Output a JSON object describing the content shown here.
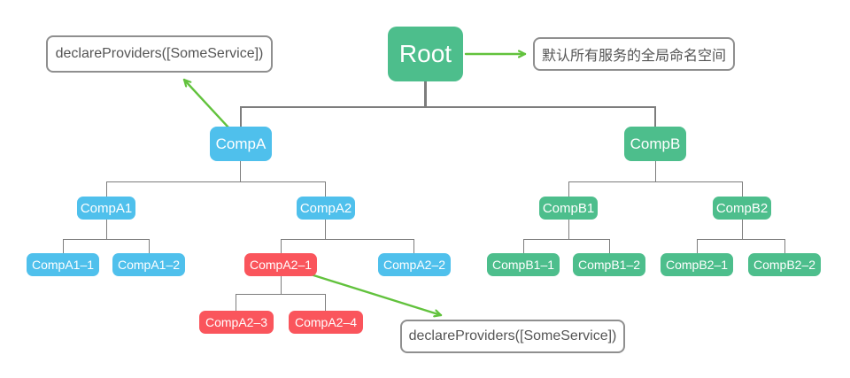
{
  "diagram": {
    "nodes": {
      "root": "Root",
      "compA": "CompA",
      "compB": "CompB",
      "compA1": "CompA1",
      "compA2": "CompA2",
      "compB1": "CompB1",
      "compB2": "CompB2",
      "compA1_1": "CompA1–1",
      "compA1_2": "CompA1–2",
      "compA2_1": "CompA2–1",
      "compA2_2": "CompA2–2",
      "compA2_3": "CompA2–3",
      "compA2_4": "CompA2–4",
      "compB1_1": "CompB1–1",
      "compB1_2": "CompB1–2",
      "compB2_1": "CompB2–1",
      "compB2_2": "CompB2–2"
    },
    "annotations": {
      "top_left": "declareProviders([SomeService])",
      "top_right": "默认所有服务的全局命名空间",
      "bottom": "declareProviders([SomeService])"
    },
    "colors": {
      "green_node": "#4dbe8c",
      "blue_node": "#4fc0ec",
      "red_node": "#fa555c",
      "arrow_green": "#62c23d",
      "connector_gray": "#7d7d7d",
      "annotation_border": "#8f8f8f",
      "annotation_text": "#555555",
      "node_text": "#ffffff",
      "background": "#ffffff"
    }
  }
}
